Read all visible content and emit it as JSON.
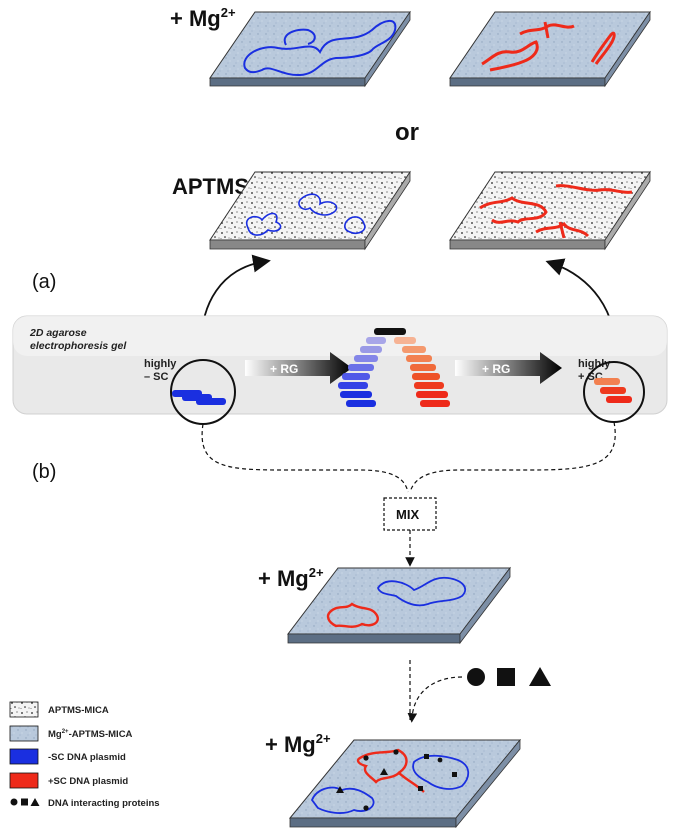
{
  "labels": {
    "mg_ion": "+ Mg",
    "mg_sup": "2+",
    "or": "or",
    "aptms": "APTMS",
    "panel_a": "(a)",
    "panel_b": "(b)",
    "gel_title_1": "2D agarose",
    "gel_title_2": "electrophoresis gel",
    "neg_sc_1": "highly",
    "neg_sc_2": "– SC",
    "pos_sc_1": "highly",
    "pos_sc_2": "+ SC",
    "rg_1": "+ RG",
    "rg_2": "+ RG",
    "mix": "MIX"
  },
  "legend": [
    {
      "text": "APTMS-MICA",
      "swatch": "aptms"
    },
    {
      "text": "-APTMS-MICA",
      "prefix": "Mg",
      "sup": "2+",
      "swatch": "mg"
    },
    {
      "text": "-SC DNA plasmid",
      "swatch": "blue"
    },
    {
      "text": "+SC DNA plasmid",
      "swatch": "red"
    },
    {
      "text": "DNA interacting proteins",
      "swatch": "shapes"
    }
  ],
  "colors": {
    "neg_sc": "#1a2fe0",
    "pos_sc": "#ee2a1a",
    "mg_surface": "#b9c9dc",
    "aptms_surface": "#f2f2f2",
    "gel": "#efefef"
  }
}
